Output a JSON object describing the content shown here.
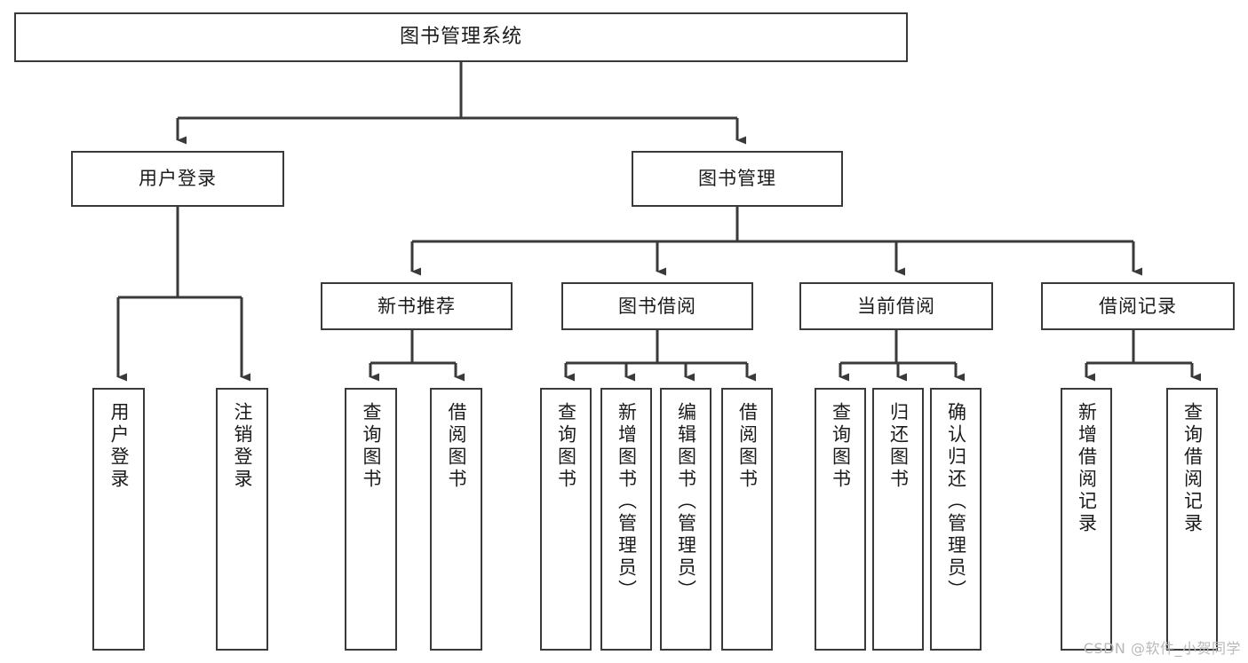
{
  "diagram": {
    "title": "图书管理系统",
    "type": "tree",
    "watermark": "CSDN @软件_小贺同学",
    "colors": {
      "box_stroke": "#3a3a3a",
      "box_fill": "#ffffff",
      "edge": "#3a3a3a",
      "text": "#1b1b1b",
      "watermark": "#b8b8b8"
    },
    "nodes": {
      "root": {
        "label": "图书管理系统"
      },
      "level1": [
        {
          "label": "用户登录"
        },
        {
          "label": "图书管理"
        }
      ],
      "level2": [
        {
          "label": "新书推荐"
        },
        {
          "label": "图书借阅"
        },
        {
          "label": "当前借阅"
        },
        {
          "label": "借阅记录"
        }
      ],
      "leaves": {
        "user_login": [
          {
            "label": "用户登录"
          },
          {
            "label": "注销登录"
          }
        ],
        "new_book_recommend": [
          {
            "label": "查询图书"
          },
          {
            "label": "借阅图书"
          }
        ],
        "book_borrow": [
          {
            "label": "查询图书"
          },
          {
            "label": "新增图书（管理员）"
          },
          {
            "label": "编辑图书（管理员）"
          },
          {
            "label": "借阅图书"
          }
        ],
        "current_borrow": [
          {
            "label": "查询图书"
          },
          {
            "label": "归还图书"
          },
          {
            "label": "确认归还（管理员）"
          }
        ],
        "borrow_record": [
          {
            "label": "新增借阅记录"
          },
          {
            "label": "查询借阅记录"
          }
        ]
      }
    }
  }
}
